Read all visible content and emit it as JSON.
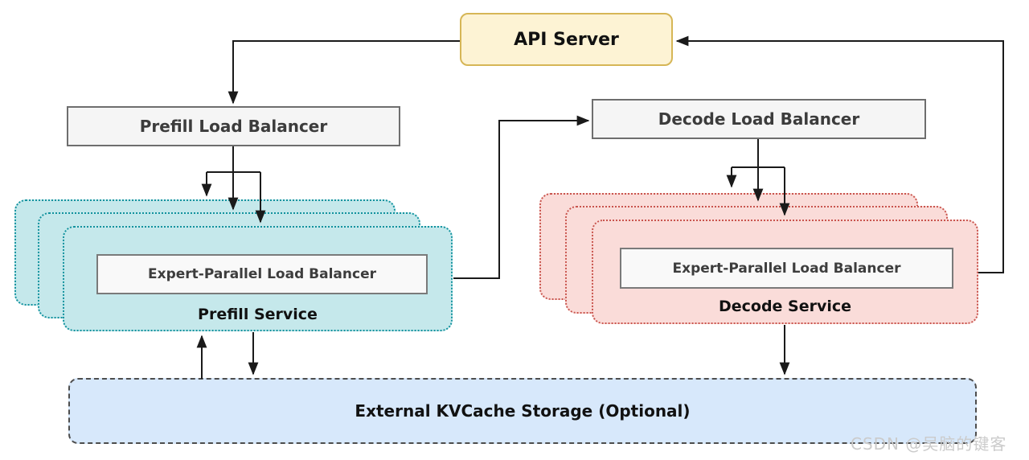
{
  "diagram": {
    "api_server": {
      "label": "API Server"
    },
    "prefill_load_balancer": {
      "label": "Prefill Load Balancer"
    },
    "decode_load_balancer": {
      "label": "Decode Load Balancer"
    },
    "prefill_service": {
      "label": "Prefill Service",
      "eplb_label": "Expert-Parallel Load Balancer",
      "replica_count": 3
    },
    "decode_service": {
      "label": "Decode Service",
      "eplb_label": "Expert-Parallel Load Balancer",
      "replica_count": 3
    },
    "kvcache": {
      "label": "External KVCache Storage (Optional)"
    },
    "colors": {
      "api_fill": "#FDF3D4",
      "api_border": "#D6B656",
      "balancer_fill": "#F5F5F5",
      "balancer_border": "#6E6E6E",
      "prefill_fill": "#C5E8EB",
      "prefill_border": "#12929E",
      "decode_fill": "#FADCD9",
      "decode_border": "#C9554E",
      "kvcache_fill": "#D7E8FB",
      "kvcache_border": "#4D4D4D",
      "arrow": "#1A1A1A"
    }
  },
  "watermark": {
    "text": "CSDN @吴脑的键客"
  }
}
